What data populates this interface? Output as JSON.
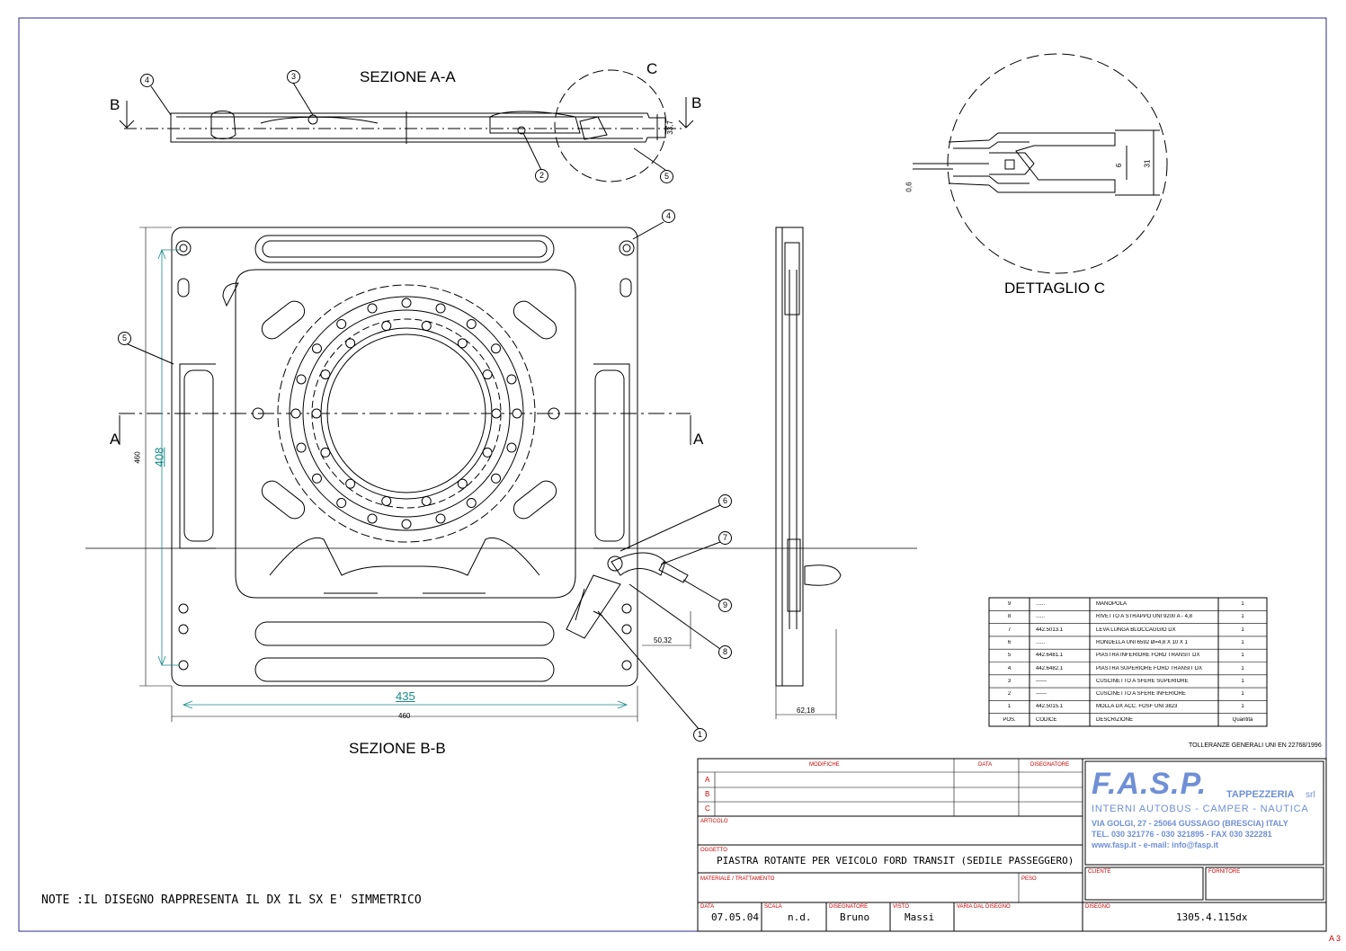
{
  "views": {
    "section_aa": "SEZIONE A-A",
    "section_bb": "SEZIONE B-B",
    "detail_c": "DETTAGLIO C",
    "cut_a": "A",
    "cut_b": "B",
    "cut_c": "C"
  },
  "dimensions": {
    "d_33_7": "33,7",
    "d_31": "31",
    "d_6": "6",
    "d_0_6": "0,6",
    "d_460_v": "460",
    "d_408": "408",
    "d_435": "435",
    "d_460_h": "460",
    "d_50_32": "50,32",
    "d_62_18": "62,18"
  },
  "balloons": [
    "1",
    "2",
    "3",
    "4",
    "5",
    "6",
    "7",
    "8",
    "9"
  ],
  "bom": {
    "rows": [
      {
        "pos": "9",
        "code": "......",
        "desc": "MANOPOLA",
        "qty": "1"
      },
      {
        "pos": "8",
        "code": "......",
        "desc": "RIVETTO A STRAPPO UNI 9200 A - 4,8",
        "qty": "1"
      },
      {
        "pos": "7",
        "code": "442.5013.1",
        "desc": "LEVA LUNGA BLOCCAGGIO DX",
        "qty": "1"
      },
      {
        "pos": "6",
        "code": "......",
        "desc": "RONDELLA UNI 6592 Ø=4,8 X 10 X 1",
        "qty": "1"
      },
      {
        "pos": "5",
        "code": "442.6481.1",
        "desc": "PIASTRA INFERIORE FORD TRANSIT DX",
        "qty": "1"
      },
      {
        "pos": "4",
        "code": "442.6482.1",
        "desc": "PIASTRA SUPERIORE FORD TRANSIT DX",
        "qty": "1"
      },
      {
        "pos": "3",
        "code": "------",
        "desc": "CUSCINETTO A SFERE SUPERIORE",
        "qty": "1"
      },
      {
        "pos": "2",
        "code": "------",
        "desc": "CUSCINETTO A SFERE INFERIORE",
        "qty": "1"
      },
      {
        "pos": "1",
        "code": "442.5015.1",
        "desc": "MOLLA DX ACC. FOSF UNI 3823",
        "qty": "1"
      }
    ],
    "header": {
      "pos": "POS.",
      "code": "CODICE",
      "desc": "DESCRIZIONE",
      "qty": "Quantità"
    }
  },
  "tolerances": "TOLLERANZE GENERALI UNI EN 22768/1996",
  "title_block": {
    "modifiche": "MODIFICHE",
    "data": "DATA",
    "disegnatore": "DISEGNATORE",
    "rev_a": "A",
    "rev_b": "B",
    "rev_c": "C",
    "articolo": "ARTICOLO",
    "oggetto": "OGGETTO",
    "oggetto_value": "PIASTRA ROTANTE PER VEICOLO FORD TRANSIT (SEDILE PASSEGGERO)",
    "materiale": "MATERIALE / TRATTAMENTO",
    "peso": "PESO",
    "cliente": "CLIENTE",
    "fornitore": "FORNITORE",
    "data_label": "DATA",
    "data_value": "07.05.04",
    "scala_label": "SCALA",
    "scala_value": "n.d.",
    "disegnatore_label": "DISEGNATORE",
    "disegnatore_value": "Bruno",
    "visto_label": "VISTO",
    "visto_value": "Massi",
    "varia_label": "VARIA DAL DISEGNO",
    "disegno_label": "DISEGNO",
    "disegno_value": "1305.4.115dx"
  },
  "company": {
    "logo": "F.A.S.P.",
    "tappezzeria": "TAPPEZZERIA",
    "srl": "srl",
    "line1": "INTERNI AUTOBUS - CAMPER - NAUTICA",
    "line2": "VIA GOLGI, 27 - 25064 GUSSAGO (BRESCIA) ITALY",
    "line3": "TEL. 030 321776 - 030 321895 - FAX 030 322281",
    "line4": "www.fasp.it - e-mail: info@fasp.it",
    "logo_color": "#6f8fd6"
  },
  "note": "NOTE :IL DISEGNO RAPPRESENTA IL DX IL SX E' SIMMETRICO",
  "sheet_size": "A 3",
  "colors": {
    "frame": "#2b2b8c",
    "dim": "#1a8a8a",
    "red": "#cc0000"
  }
}
